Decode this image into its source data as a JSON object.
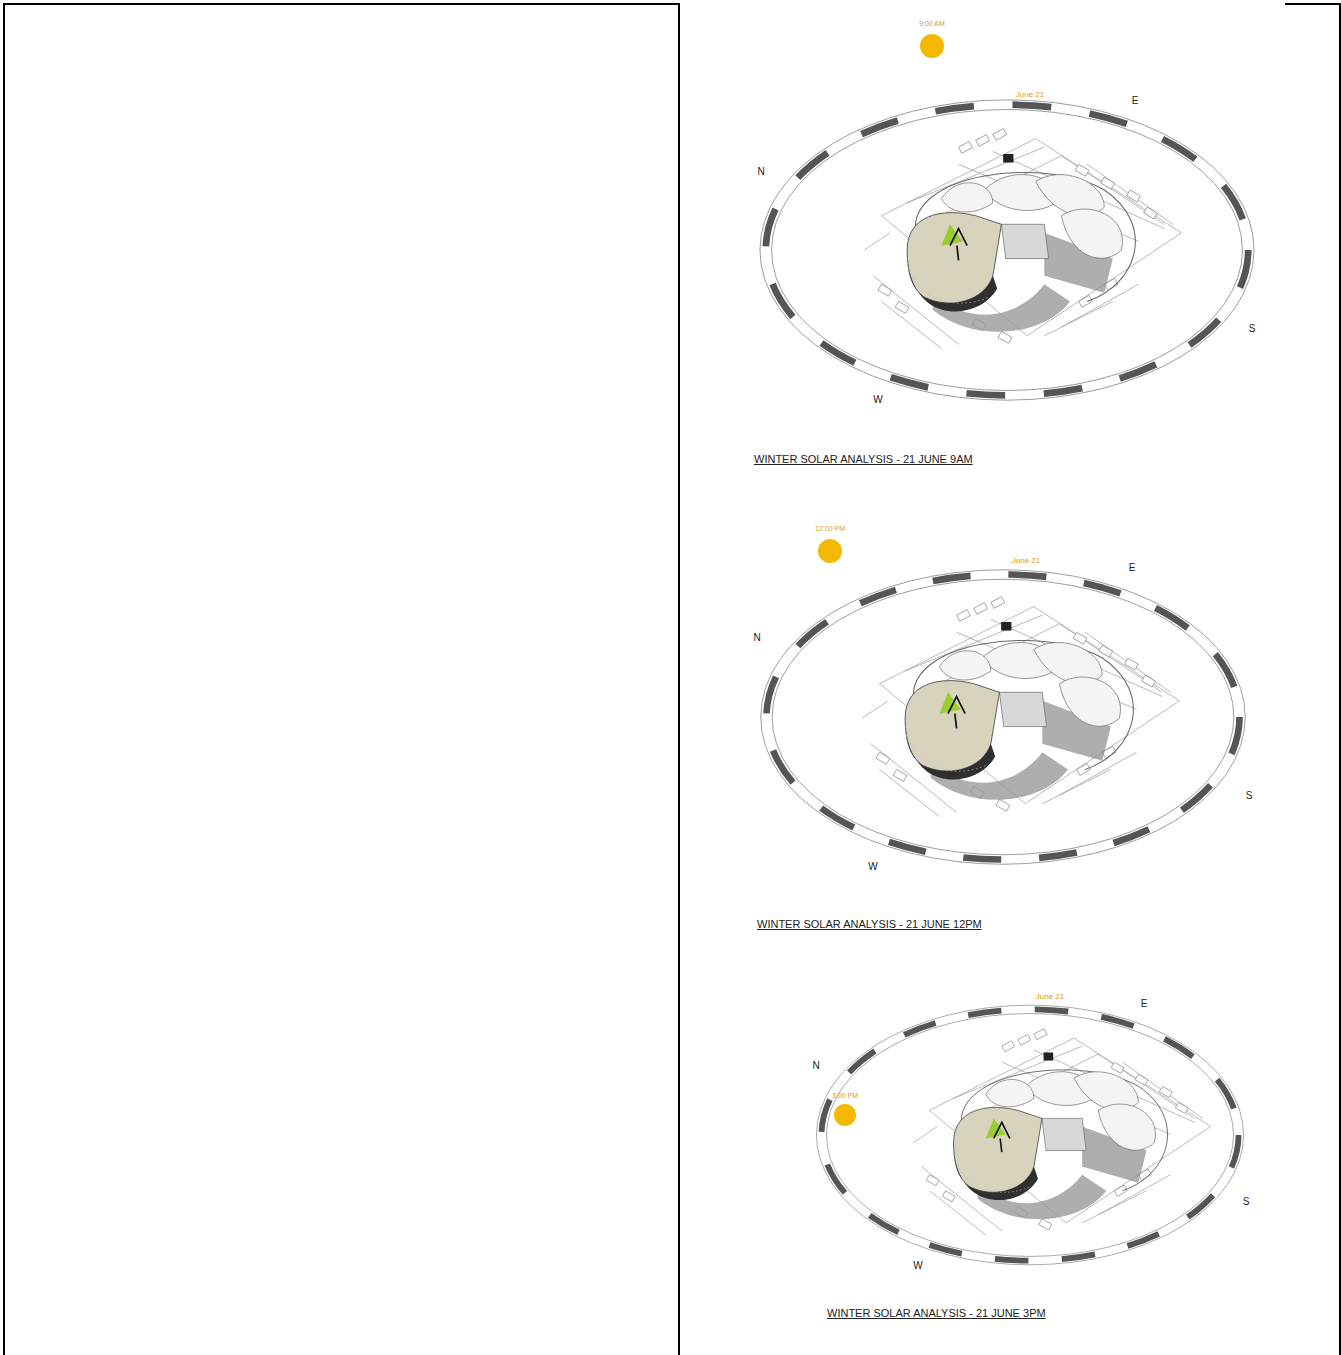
{
  "diagram": {
    "labels": [
      "9:00 AM",
      "June 21",
      "N",
      "E",
      "S",
      "W",
      "WINTER SOLAR ANALYSIS - 21 JUNE 9AM",
      "12:00 PM",
      "June 21",
      "N",
      "E",
      "S",
      "W",
      "WINTER SOLAR ANALYSIS - 21 JUNE 12PM",
      "3:00 PM",
      "June 21",
      "N",
      "E",
      "S",
      "W",
      "WINTER SOLAR ANALYSIS - 21 JUNE 3PM"
    ]
  }
}
